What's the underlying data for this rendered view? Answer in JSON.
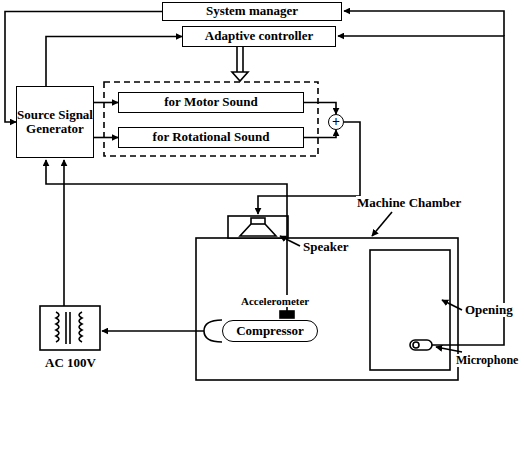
{
  "diagram": {
    "nodes": [
      {
        "text": [
          "System manager"
        ]
      },
      {
        "text": [
          "Adaptive controller"
        ]
      },
      {
        "text": [
          "Source Signal Generator"
        ]
      },
      {
        "text": [
          "for Motor Sound"
        ]
      },
      {
        "text": [
          "for Rotational Sound"
        ]
      },
      {
        "text": [
          "+"
        ]
      },
      {
        "text": [
          "Compressor"
        ]
      }
    ],
    "edges": [
      {
        "from": 2,
        "to": 1,
        "arrow": "to"
      },
      {
        "from": 0,
        "to": 2,
        "arrow": "to"
      },
      {
        "from": 2,
        "to": 3,
        "arrow": "to"
      },
      {
        "from": 2,
        "to": 4,
        "arrow": "to"
      },
      {
        "from": 3,
        "to": 5,
        "arrow": "to"
      },
      {
        "from": 4,
        "to": 5,
        "arrow": "to"
      }
    ],
    "labels": [
      "Machine Chamber",
      "Speaker",
      "Accelerometer",
      "Opening",
      "Microphone",
      "AC 100V"
    ]
  }
}
